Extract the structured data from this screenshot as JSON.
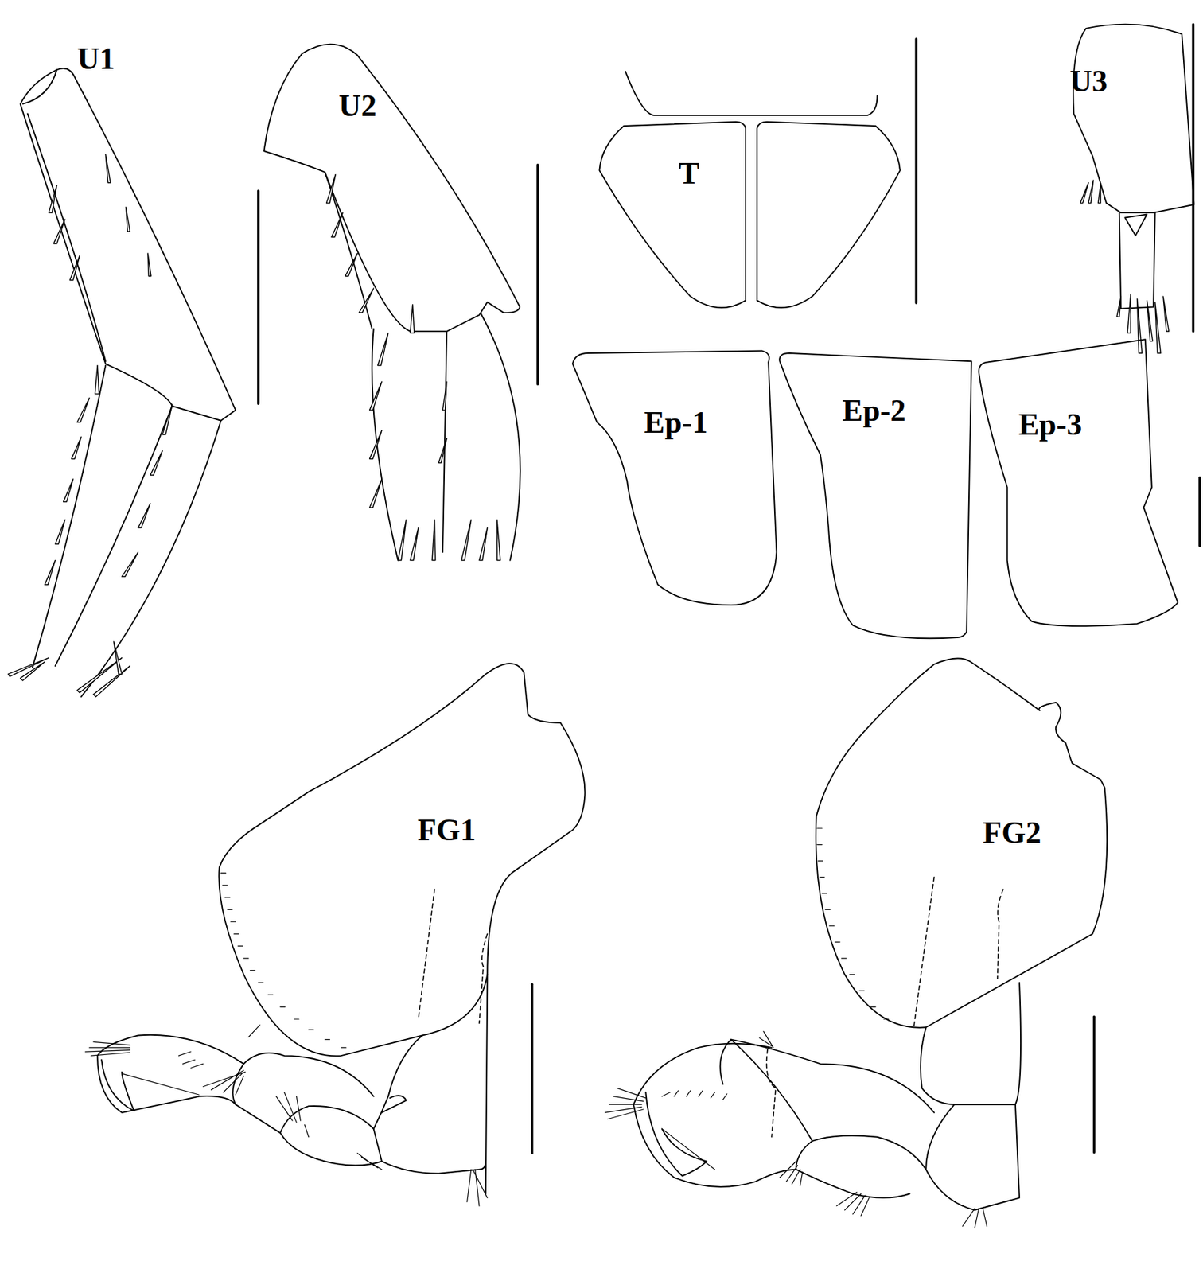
{
  "diagram": {
    "labels": [
      "U1",
      "U2",
      "T",
      "U3",
      "Ep-1",
      "Ep-2",
      "Ep-3",
      "FG1",
      "FG2"
    ]
  }
}
